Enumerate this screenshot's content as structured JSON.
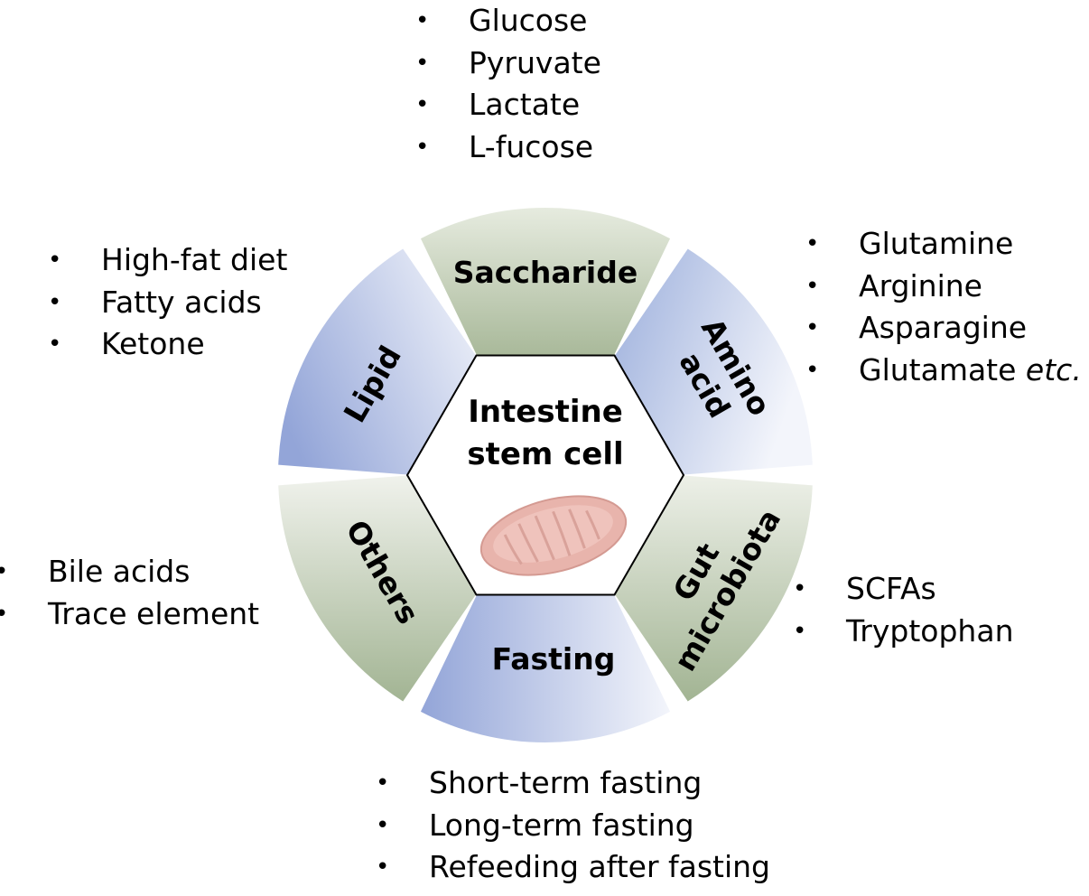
{
  "center": {
    "line1": "Intestine",
    "line2": "stem cell",
    "icon": "mitochondrion-icon"
  },
  "segments": {
    "saccharide": {
      "label": "Saccharide",
      "color": "#a9b99a"
    },
    "amino_acid": {
      "line1": "Amino",
      "line2": "acid",
      "color": "#a8b7df"
    },
    "gut_microbiota": {
      "line1": "Gut",
      "line2": "microbiota",
      "color": "#a9b99a"
    },
    "fasting": {
      "label": "Fasting",
      "color": "#a8b7df"
    },
    "others": {
      "label": "Others",
      "color": "#a9b99a"
    },
    "lipid": {
      "label": "Lipid",
      "color": "#a8b7df"
    }
  },
  "lists": {
    "saccharide": [
      "Glucose",
      "Pyruvate",
      "Lactate",
      "L-fucose"
    ],
    "amino_acid": [
      "Glutamine",
      "Arginine",
      "Asparagine",
      "Glutamate"
    ],
    "gut_microbiota": [
      "SCFAs",
      "Tryptophan"
    ],
    "fasting": [
      "Short-term fasting",
      "Long-term fasting",
      "Refeeding after fasting"
    ],
    "others": [
      "Bile acids",
      "Trace element"
    ],
    "lipid": [
      "High-fat diet",
      "Fatty acids",
      "Ketone"
    ]
  },
  "colors": {
    "green_dark": "#a9b99a",
    "blue_dark": "#93a5d8",
    "mitochondrion": "#e8b4ac"
  }
}
